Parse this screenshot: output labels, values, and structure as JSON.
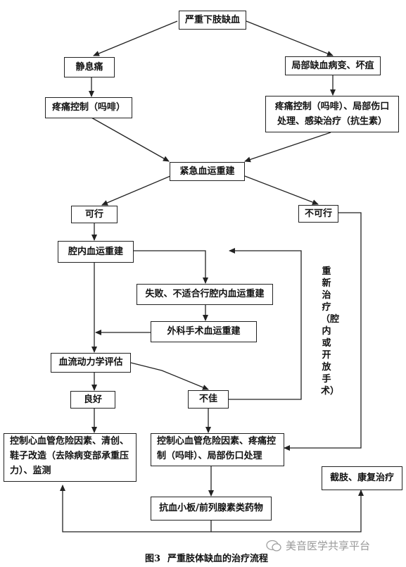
{
  "nodes": {
    "severe_ischemia": "严重下肢缺血",
    "rest_pain": "静息痛",
    "local_lesion": "局部缺血病变、坏疽",
    "pain_control": "疼痛控制（吗啡）",
    "pain_wound_line1": "疼痛控制（吗啡）、局部伤口",
    "pain_wound_line2": "处理、感染治疗（抗生素）",
    "urgent_revasc": "紧急血运重建",
    "feasible": "可行",
    "not_feasible": "不可行",
    "endovascular": "腔内血运重建",
    "failed": "失败、不适合行腔内血运重建",
    "surgical": "外科手术血运重建",
    "hemodynamic": "血流动力学评估",
    "good": "良好",
    "poor": "不佳",
    "left_box_line1": "控制心血管危险因素、清创、",
    "left_box_line2": "鞋子改造（去除病变部承重压",
    "left_box_line3": "力）、监测",
    "mid_box_line1": "控制心血管危险因素、疼痛控",
    "mid_box_line2": "制（吗啡）、局部伤口处理",
    "amputation": "截肢、康复治疗",
    "antiplatelet": "抗血小板/前列腺素类药物"
  },
  "side_label": "重新治疗（腔内或开放手术）",
  "caption": {
    "number": "图3",
    "title": "严重肢体缺血的治疗流程"
  },
  "watermark": "美音医学共享平台"
}
